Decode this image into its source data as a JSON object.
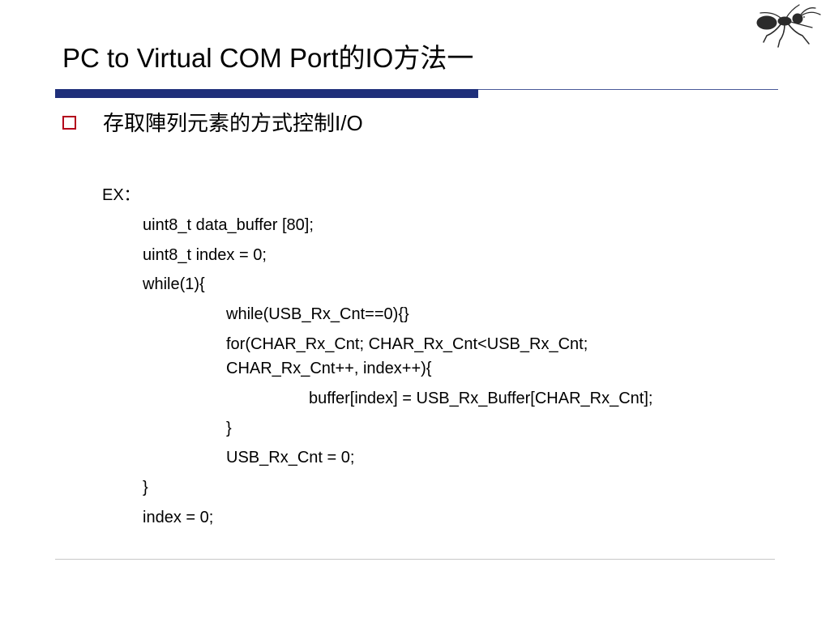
{
  "slide": {
    "title": "PC to Virtual COM Port的IO方法一",
    "bullet": {
      "text_cjk": "存取陣列元素的方式控制",
      "text_latin": "I/O"
    },
    "example_label": "EX：",
    "code_lines": [
      "uint8_t data_buffer [80];",
      "uint8_t index = 0;",
      "while(1){",
      "while(USB_Rx_Cnt==0){}",
      "for(CHAR_Rx_Cnt; CHAR_Rx_Cnt<USB_Rx_Cnt;",
      "CHAR_Rx_Cnt++, index++){",
      "buffer[index] = USB_Rx_Buffer[CHAR_Rx_Cnt];",
      "}",
      "USB_Rx_Cnt = 0;",
      "}",
      "index = 0;"
    ],
    "colors": {
      "title_rule": "#1f2f7a",
      "bullet_box": "#b3001b",
      "divider": "#c8c8c8"
    },
    "logo_icon": "ant-icon"
  }
}
